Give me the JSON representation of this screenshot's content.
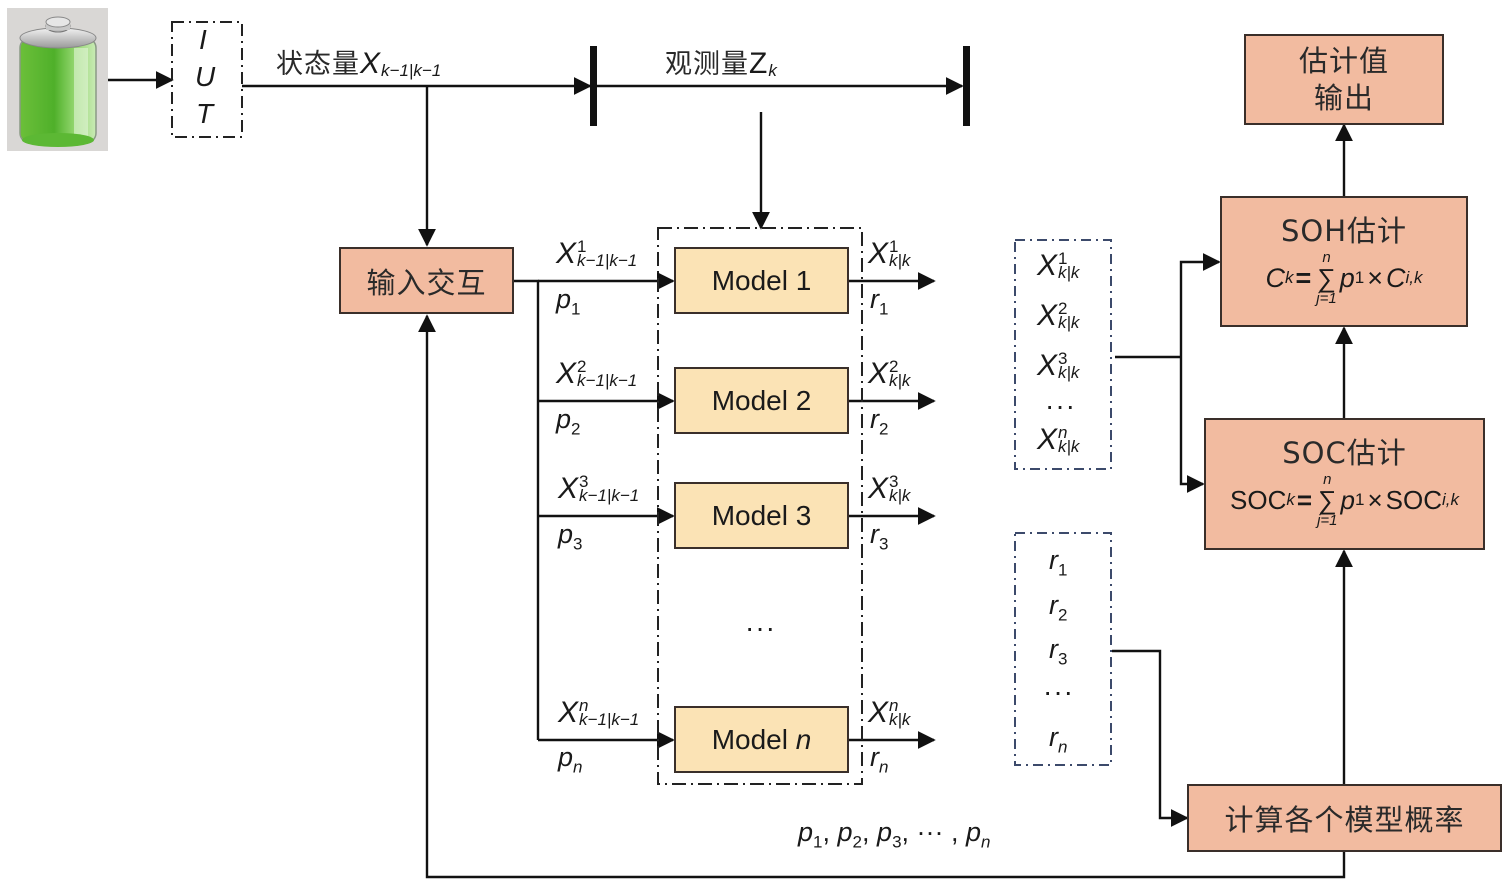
{
  "input": {
    "battery_icon": "battery-icon",
    "iut_letters": [
      "I",
      "U",
      "T"
    ]
  },
  "top_labels": {
    "state_prefix": "状态量",
    "state_var": "X",
    "state_sub": "k−1|k−1",
    "obs_prefix": "观测量",
    "obs_var": "Z",
    "obs_sub": "k"
  },
  "boxes": {
    "input_interaction": "输入交互",
    "compute_prob": "计算各个模型概率",
    "estimate_output_line1": "估计值",
    "estimate_output_line2": "输出",
    "soh_title": "SOH估计",
    "soc_title": "SOC估计"
  },
  "soh_formula": {
    "lhs_var": "C",
    "lhs_sub": "k",
    "eq": "=",
    "sum_top": "n",
    "sum_sym": "∑",
    "sum_bottom": "j=1",
    "p": "p",
    "p_sub": "1",
    "times": "×",
    "rhs_var": "C",
    "rhs_sub": "i,k"
  },
  "soc_formula": {
    "lhs_var": "SOC",
    "lhs_sub": "k",
    "eq": "=",
    "sum_top": "n",
    "sum_sym": "∑",
    "sum_bottom": "j=1",
    "p": "p",
    "p_sub": "1",
    "times": "×",
    "rhs_var": "SOC",
    "rhs_sub": "i,k"
  },
  "models": [
    {
      "name": "Model 1",
      "in_sup": "1",
      "in_sub": "k−1|k−1",
      "p_sub": "1",
      "out_sup": "1",
      "out_sub": "k|k",
      "r_sub": "1"
    },
    {
      "name": "Model 2",
      "in_sup": "2",
      "in_sub": "k−1|k−1",
      "p_sub": "2",
      "out_sup": "2",
      "out_sub": "k|k",
      "r_sub": "2"
    },
    {
      "name": "Model 3",
      "in_sup": "3",
      "in_sub": "k−1|k−1",
      "p_sub": "3",
      "out_sup": "3",
      "out_sub": "k|k",
      "r_sub": "3"
    },
    {
      "name_prefix": "Model ",
      "name_var": "n",
      "in_sup": "n",
      "in_sub": "k−1|k−1",
      "p_sub": "n",
      "out_sup": "n",
      "out_sub": "k|k",
      "r_sub": "n"
    }
  ],
  "model_ellipsis": "···",
  "x_var": "X",
  "p_var": "p",
  "r_var": "r",
  "state_group": {
    "items": [
      {
        "sup": "1",
        "sub": "k|k"
      },
      {
        "sup": "2",
        "sub": "k|k"
      },
      {
        "sup": "3",
        "sub": "k|k"
      },
      {
        "sup": "n",
        "sub": "k|k"
      }
    ],
    "ellipsis": "···"
  },
  "residual_group": {
    "items": [
      "1",
      "2",
      "3",
      "n"
    ],
    "ellipsis": "···"
  },
  "feedback_label": {
    "parts": [
      {
        "var": "p",
        "sub": "1",
        "sep": ", "
      },
      {
        "var": "p",
        "sub": "2",
        "sep": ", "
      },
      {
        "var": "p",
        "sub": "3",
        "sep": ", ··· , "
      },
      {
        "var": "p",
        "sub": "n",
        "sep": ""
      }
    ]
  }
}
